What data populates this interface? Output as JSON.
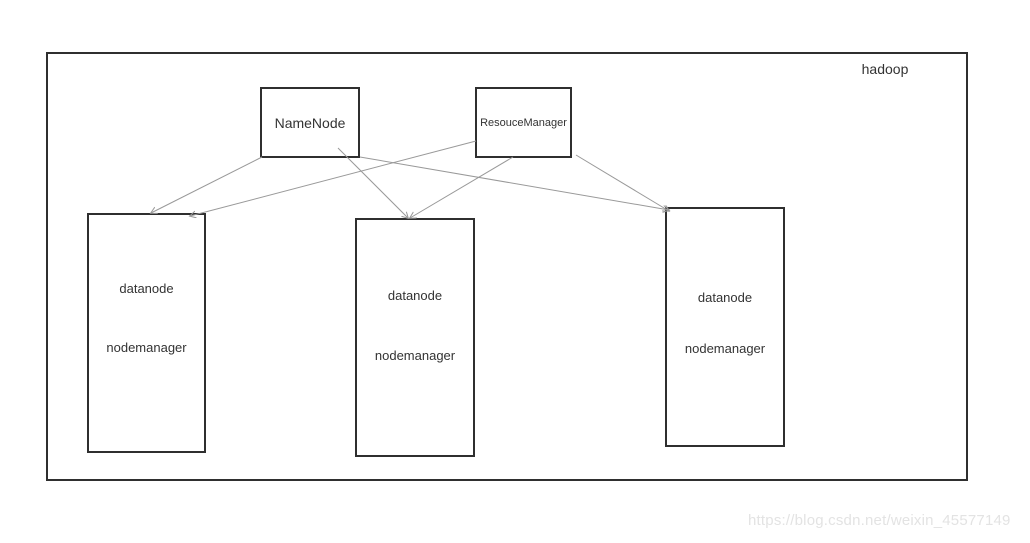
{
  "frame": {
    "label": "hadoop"
  },
  "nodes": {
    "namenode": {
      "label": "NameNode"
    },
    "resourcemanager": {
      "label": "ResouceManager"
    },
    "datanode1": {
      "line1": "datanode",
      "line2": "nodemanager"
    },
    "datanode2": {
      "line1": "datanode",
      "line2": "nodemanager"
    },
    "datanode3": {
      "line1": "datanode",
      "line2": "nodemanager"
    }
  },
  "edges": [
    {
      "from": "namenode",
      "to": "datanode1"
    },
    {
      "from": "resourcemanager",
      "to": "datanode1"
    },
    {
      "from": "namenode",
      "to": "datanode2"
    },
    {
      "from": "resourcemanager",
      "to": "datanode2"
    },
    {
      "from": "namenode",
      "to": "datanode3"
    },
    {
      "from": "resourcemanager",
      "to": "datanode3"
    }
  ],
  "watermark": {
    "text": "https://blog.csdn.net/weixin_45577149"
  },
  "colors": {
    "box_border": "#2f2f2f",
    "edge_line": "#999999",
    "text": "#333333",
    "watermark": "#e3e3e3",
    "background": "#ffffff"
  }
}
